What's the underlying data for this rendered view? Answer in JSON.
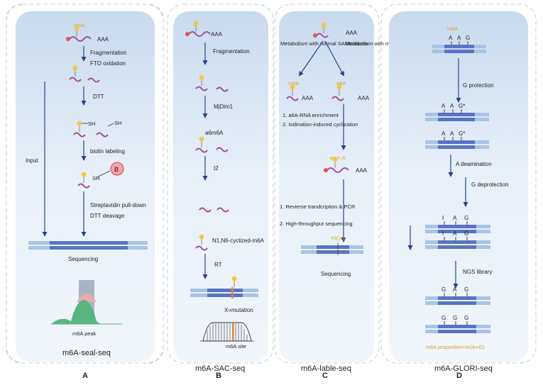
{
  "panels": {
    "a": {
      "letter": "A",
      "title": "m6A-seal-seq",
      "m6a_tag": "m6A",
      "aaa": "AAA",
      "step_fragmentation": "Fragmentation",
      "step_fto": "FTO oxidation",
      "step_dtt": "DTT",
      "sh_1": "SH",
      "sh_2": "SH",
      "step_biotin": "biotin labeling",
      "biotin_badge": "B",
      "sh_3": "SH",
      "input": "Input",
      "step_streptavidin": "Streptavidin pull-down",
      "step_dtt_cleavage": "DTT deavage",
      "sequencing": "Sequencing",
      "peak_label": "m6A peak"
    },
    "b": {
      "letter": "B",
      "title": "m6A-SAC-seq",
      "aaa": "AAA",
      "step_fragmentation": "Fragmentation",
      "step_mjdim1": "MjDim1",
      "a6m6a": "a6m6A",
      "step_i2": "I2",
      "cyclized": "N1,N6-cyclized-m6A",
      "step_rt": "RT",
      "mutation": "X=mutation",
      "site_label": "m6A site"
    },
    "c": {
      "letter": "C",
      "title": "m6A-lable-seq",
      "aaa": "AAA",
      "metab_normal": "Metabolism with normal SAMcofactor",
      "metab_modified": "Metabolism with modified allyl-SAM or allyl-SeAM cofactor",
      "m6a": "m6A",
      "a6a": "a6A",
      "aaa_left": "AAA",
      "aaa_right": "AAA",
      "enrich_1": "1. a6A-RNA enrichment",
      "enrich_2": "2. Iodination-induced cyclization",
      "acyc": "acyc-A",
      "aaa_acyc": "AAA",
      "seq_1": "1. Revierse trandcription & PCR",
      "seq_2": "2. High-throughput sequencing",
      "tcg": "T/C/G",
      "sequencing": "Sequencing"
    },
    "d": {
      "letter": "D",
      "title": "m6A-GLORI-seq",
      "m6a_tag": "m6A",
      "r1": [
        "A",
        "A",
        "G"
      ],
      "g_protection": "G protection",
      "r2": [
        "A",
        "A",
        "G*"
      ],
      "r3": [
        "A",
        "A",
        "G*"
      ],
      "a_deamination": "A deamination",
      "g_deprotection": "G deprotection",
      "r4": [
        "I",
        "A",
        "G"
      ],
      "r5": [
        "I",
        "A",
        "G"
      ],
      "ngs": "NGS library",
      "r6": [
        "G",
        "A",
        "G"
      ],
      "r7": [
        "G",
        "G",
        "G"
      ],
      "proportion": "m6A proportion=A/(A+G)"
    }
  },
  "colors": {
    "panel_bg": "#dce8f5",
    "arrow": "#27428f",
    "rna": "#a34d9c",
    "cap": "#e35252",
    "methyl": "#f4c842",
    "band_light": "#a9c3e6",
    "band_dark": "#5874c4",
    "highlight": "#d9a520"
  }
}
